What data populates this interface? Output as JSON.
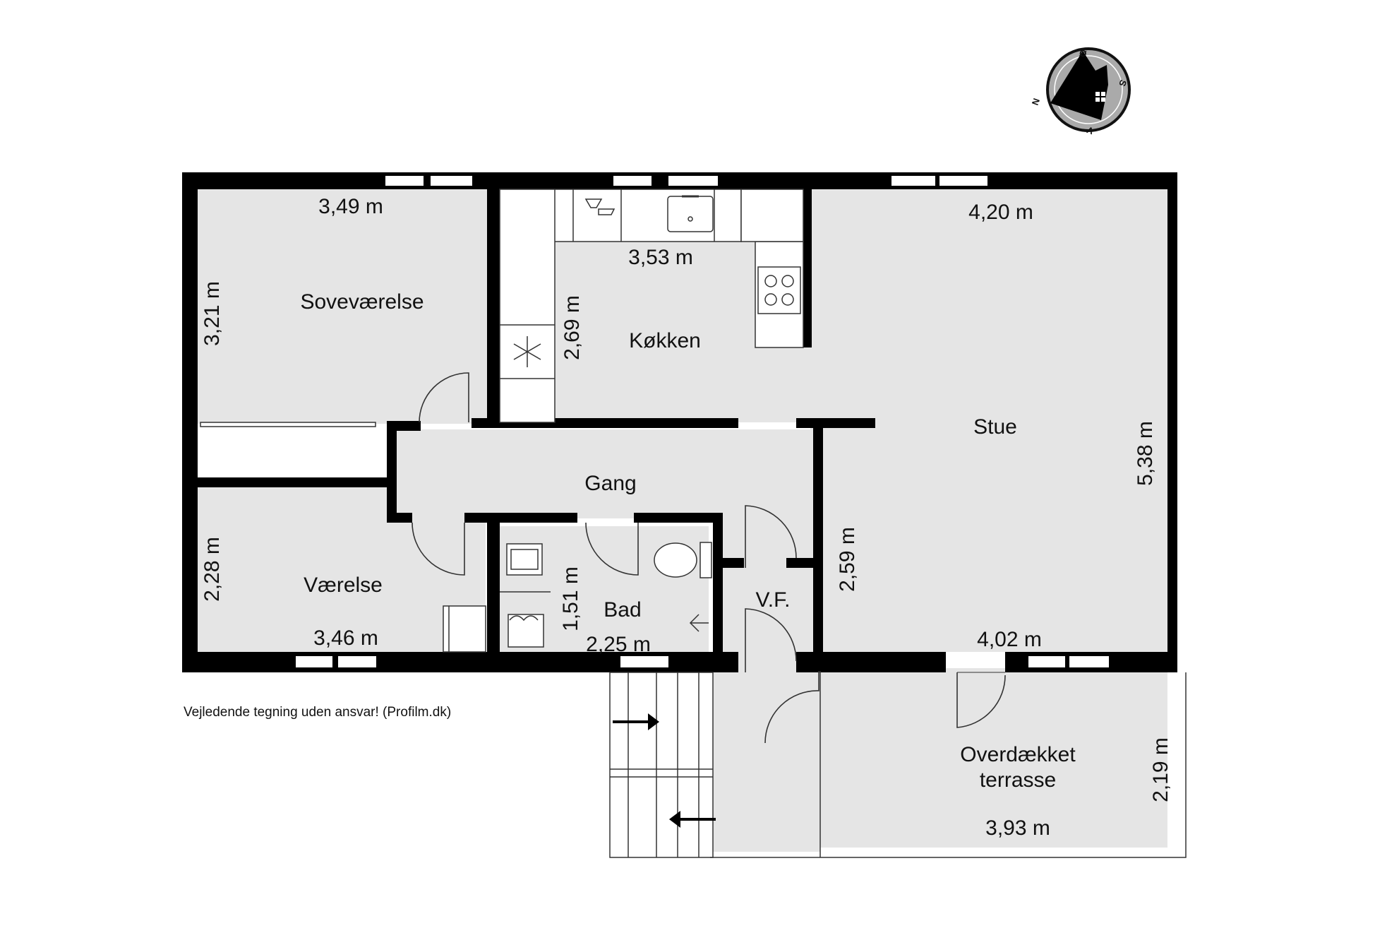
{
  "rooms": {
    "sovevaerelse": "Soveværelse",
    "kokken": "Køkken",
    "stue": "Stue",
    "gang": "Gang",
    "vaerelse": "Værelse",
    "bad": "Bad",
    "vf": "V.F.",
    "terrasse_line1": "Overdækket",
    "terrasse_line2": "terrasse"
  },
  "dimensions": {
    "sovevaerelse_width": "3,49 m",
    "sovevaerelse_height": "3,21 m",
    "kokken_width": "3,53 m",
    "kokken_height": "2,69 m",
    "stue_width_top": "4,20 m",
    "stue_height": "5,38 m",
    "stue_width_bottom": "4,02 m",
    "stue_height_lower": "2,59 m",
    "vaerelse_height": "2,28 m",
    "vaerelse_width": "3,46 m",
    "bad_height": "1,51 m",
    "bad_width": "2,25 m",
    "terrasse_height": "2,19 m",
    "terrasse_width": "3,93 m"
  },
  "compass": {
    "n": "N",
    "o": "Ø",
    "s": "S",
    "v": "V"
  },
  "disclaimer": "Vejledende tegning uden ansvar! (Profilm.dk)",
  "colors": {
    "wall": "#000000",
    "floor": "#e5e5e5",
    "outline": "#555555"
  }
}
